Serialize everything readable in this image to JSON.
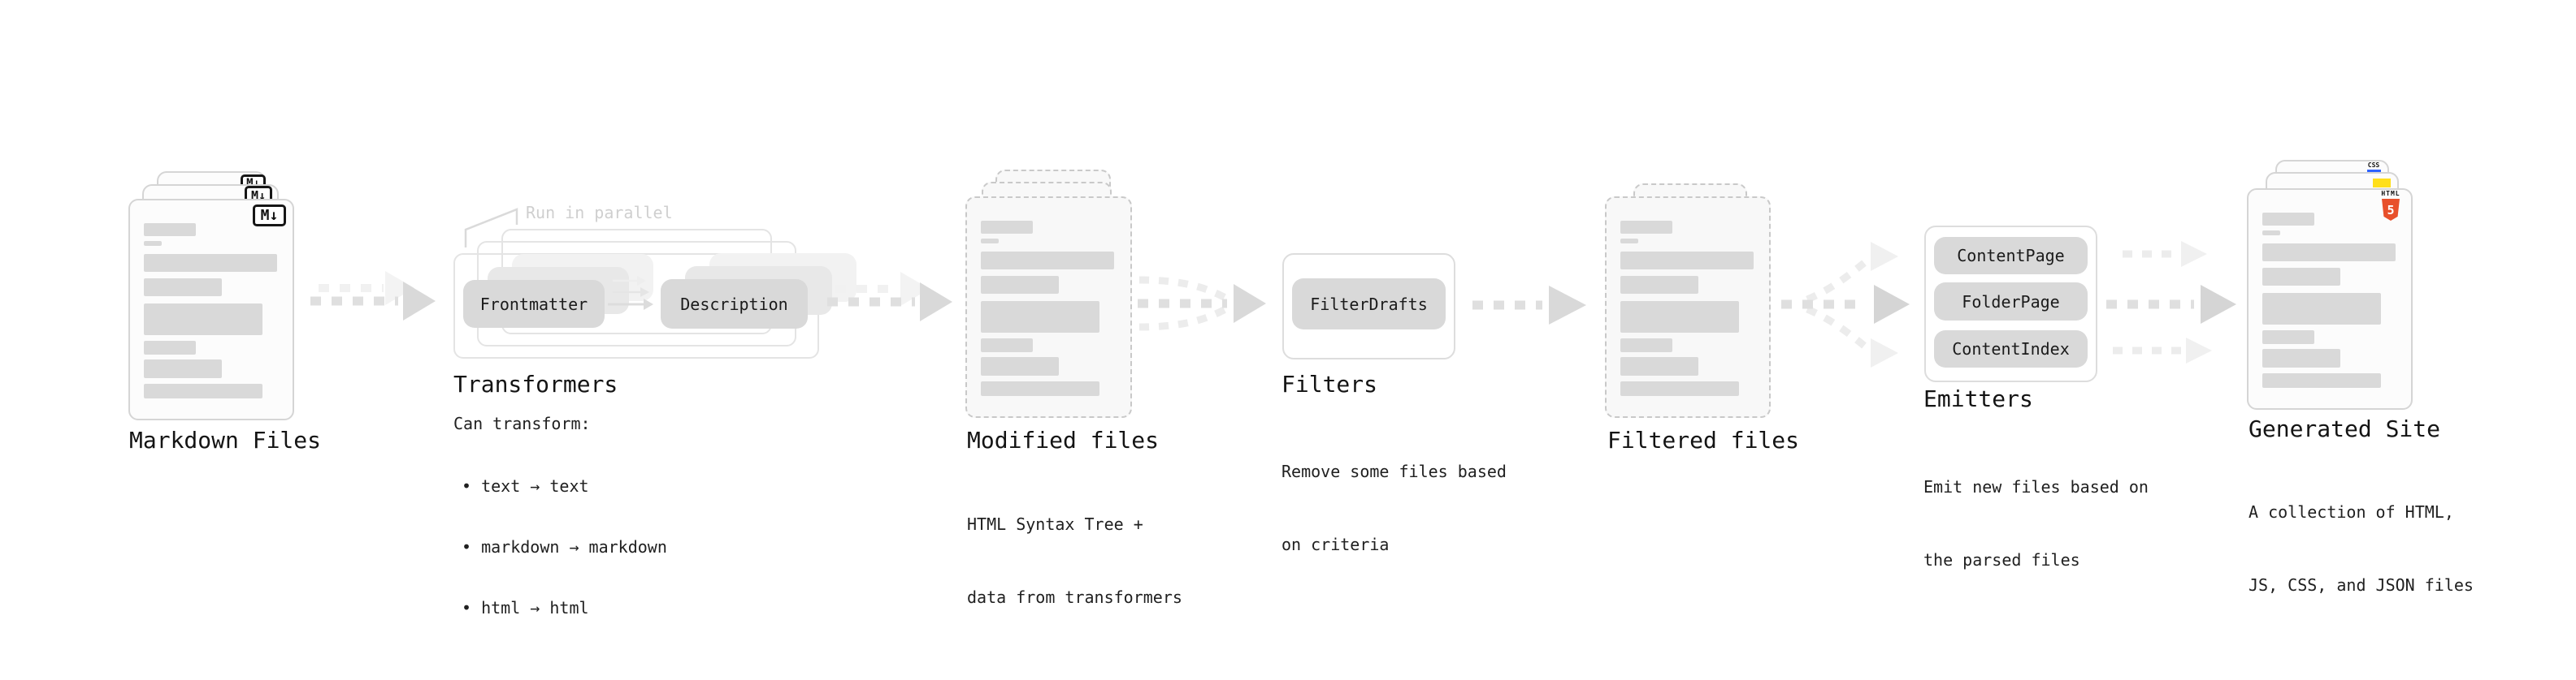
{
  "markdown": {
    "label": "Markdown Files",
    "badge": "M↓"
  },
  "transformers": {
    "label": "Transformers",
    "callout": "Run in parallel",
    "pill_left": "Frontmatter",
    "pill_right": "Description",
    "desc_title": "Can transform:",
    "bullets": [
      "• text → text",
      "• markdown → markdown",
      "• html → html"
    ]
  },
  "modified": {
    "label": "Modified files",
    "desc1": "HTML Syntax Tree +",
    "desc2": "data from transformers"
  },
  "filters": {
    "label": "Filters",
    "pill": "FilterDrafts",
    "desc1": "Remove some files based",
    "desc2": "on criteria"
  },
  "filtered": {
    "label": "Filtered files"
  },
  "emitters": {
    "label": "Emitters",
    "pills": [
      "ContentPage",
      "FolderPage",
      "ContentIndex"
    ],
    "desc1": "Emit new files based on",
    "desc2": "the parsed files"
  },
  "generated": {
    "label": "Generated Site",
    "desc1": "A collection of HTML,",
    "desc2": "JS, CSS, and JSON files",
    "html_badge_word": "HTML",
    "html_badge_digit": "5",
    "css_badge_word": "CSS"
  },
  "colors": {
    "html5_orange": "#e8502b",
    "js_yellow": "#ffdf1b",
    "css_blue": "#2e62ff",
    "pill_gray": "#d9d9d9",
    "card_border": "#d5d5d5",
    "arrow_gray": "#dcdcdc",
    "faded_gray": "#ececec",
    "text": "#1a1a1a",
    "callout_gray": "#cfcfcf"
  }
}
